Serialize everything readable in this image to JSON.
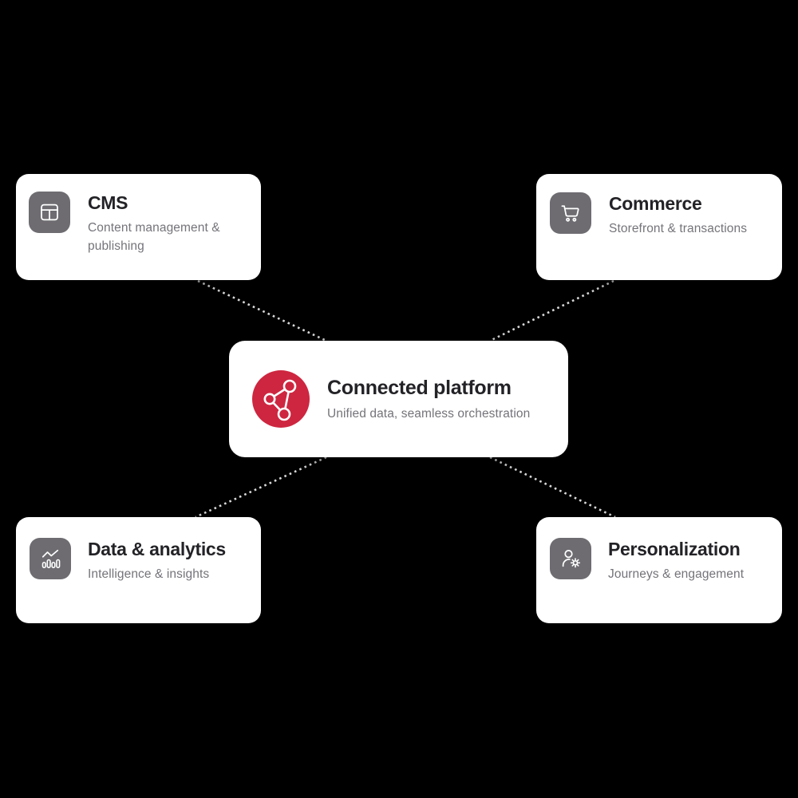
{
  "colors": {
    "background": "#000000",
    "card_bg": "#FFFFFF",
    "accent_red": "#CE2640",
    "icon_tile_gray": "#6E6C71",
    "title_text": "#232327",
    "subtitle_text": "#74747A",
    "connector_dot": "#D9D9D9"
  },
  "center_card": {
    "title": "Connected platform",
    "subtitle": "Unified data, seamless orchestration",
    "icon": "network-icon"
  },
  "cards": [
    {
      "id": "cms",
      "title": "CMS",
      "subtitle": "Content management & publishing",
      "icon": "layout-icon"
    },
    {
      "id": "commerce",
      "title": "Commerce",
      "subtitle": "Storefront & transactions",
      "icon": "cart-icon"
    },
    {
      "id": "data-analytics",
      "title": "Data & analytics",
      "subtitle": "Intelligence & insights",
      "icon": "bar-chart-icon"
    },
    {
      "id": "personalization",
      "title": "Personalization",
      "subtitle": "Journeys & engagement",
      "icon": "user-gear-icon"
    }
  ]
}
